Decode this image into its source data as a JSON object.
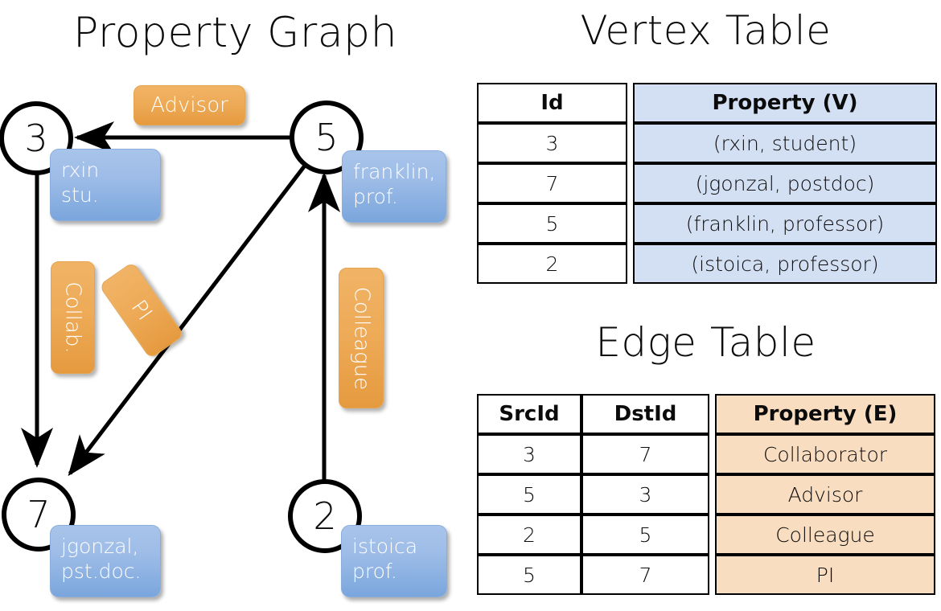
{
  "titles": {
    "property_graph": "Property Graph",
    "vertex_table": "Vertex Table",
    "edge_table": "Edge Table"
  },
  "graph": {
    "vertices": [
      {
        "id": "3",
        "property_box": "rxin\nstu."
      },
      {
        "id": "5",
        "property_box": "franklin,\nprof."
      },
      {
        "id": "7",
        "property_box": "jgonzal,\npst.doc."
      },
      {
        "id": "2",
        "property_box": "istoica\nprof."
      }
    ],
    "edge_labels": [
      {
        "name": "advisor-label",
        "text": "Advisor"
      },
      {
        "name": "collab-label",
        "text": "Collab."
      },
      {
        "name": "pi-label",
        "text": "PI"
      },
      {
        "name": "colleague-label",
        "text": "Colleague"
      }
    ]
  },
  "vertex_table": {
    "headers": [
      "Id",
      "Property (V)"
    ],
    "rows": [
      {
        "id": "3",
        "property": "(rxin, student)"
      },
      {
        "id": "7",
        "property": "(jgonzal, postdoc)"
      },
      {
        "id": "5",
        "property": "(franklin, professor)"
      },
      {
        "id": "2",
        "property": "(istoica, professor)"
      }
    ]
  },
  "edge_table": {
    "headers": [
      "SrcId",
      "DstId",
      "Property (E)"
    ],
    "rows": [
      {
        "src": "3",
        "dst": "7",
        "property": "Collaborator"
      },
      {
        "src": "5",
        "dst": "3",
        "property": "Advisor"
      },
      {
        "src": "2",
        "dst": "5",
        "property": "Colleague"
      },
      {
        "src": "5",
        "dst": "7",
        "property": "PI"
      }
    ]
  },
  "colors": {
    "vertex_property_fill": "#d3dff2",
    "edge_property_fill": "#f8ddc0",
    "callout_blue": "#7aa6dd",
    "chip_orange": "#eeab58",
    "stroke": "#000000"
  }
}
